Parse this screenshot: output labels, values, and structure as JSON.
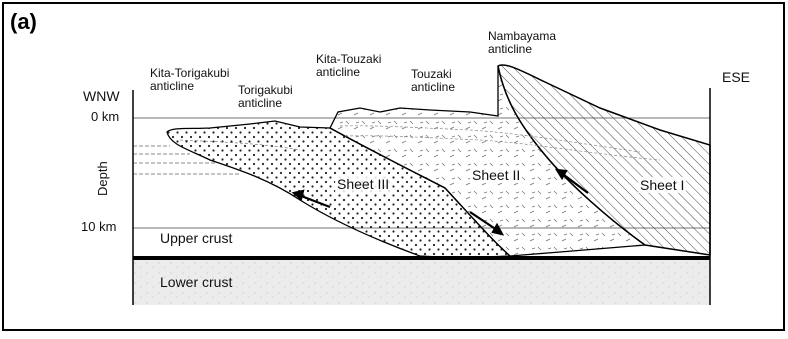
{
  "figure": {
    "panel_label": "(a)",
    "left_end": "WNW",
    "right_end": "ESE",
    "axis_title": "Depth",
    "depth_ticks": [
      "0 km",
      "10 km"
    ],
    "layers": {
      "upper": "Upper crust",
      "lower": "Lower crust"
    },
    "anticlines": [
      {
        "name": "Kita-Torigakubi",
        "suffix": "anticline"
      },
      {
        "name": "Torigakubi",
        "suffix": "anticline"
      },
      {
        "name": "Kita-Touzaki",
        "suffix": "anticline"
      },
      {
        "name": "Touzaki",
        "suffix": "anticline"
      },
      {
        "name": "Nambayama",
        "suffix": "anticline"
      }
    ],
    "sheets": [
      "Sheet III",
      "Sheet II",
      "Sheet I"
    ]
  }
}
